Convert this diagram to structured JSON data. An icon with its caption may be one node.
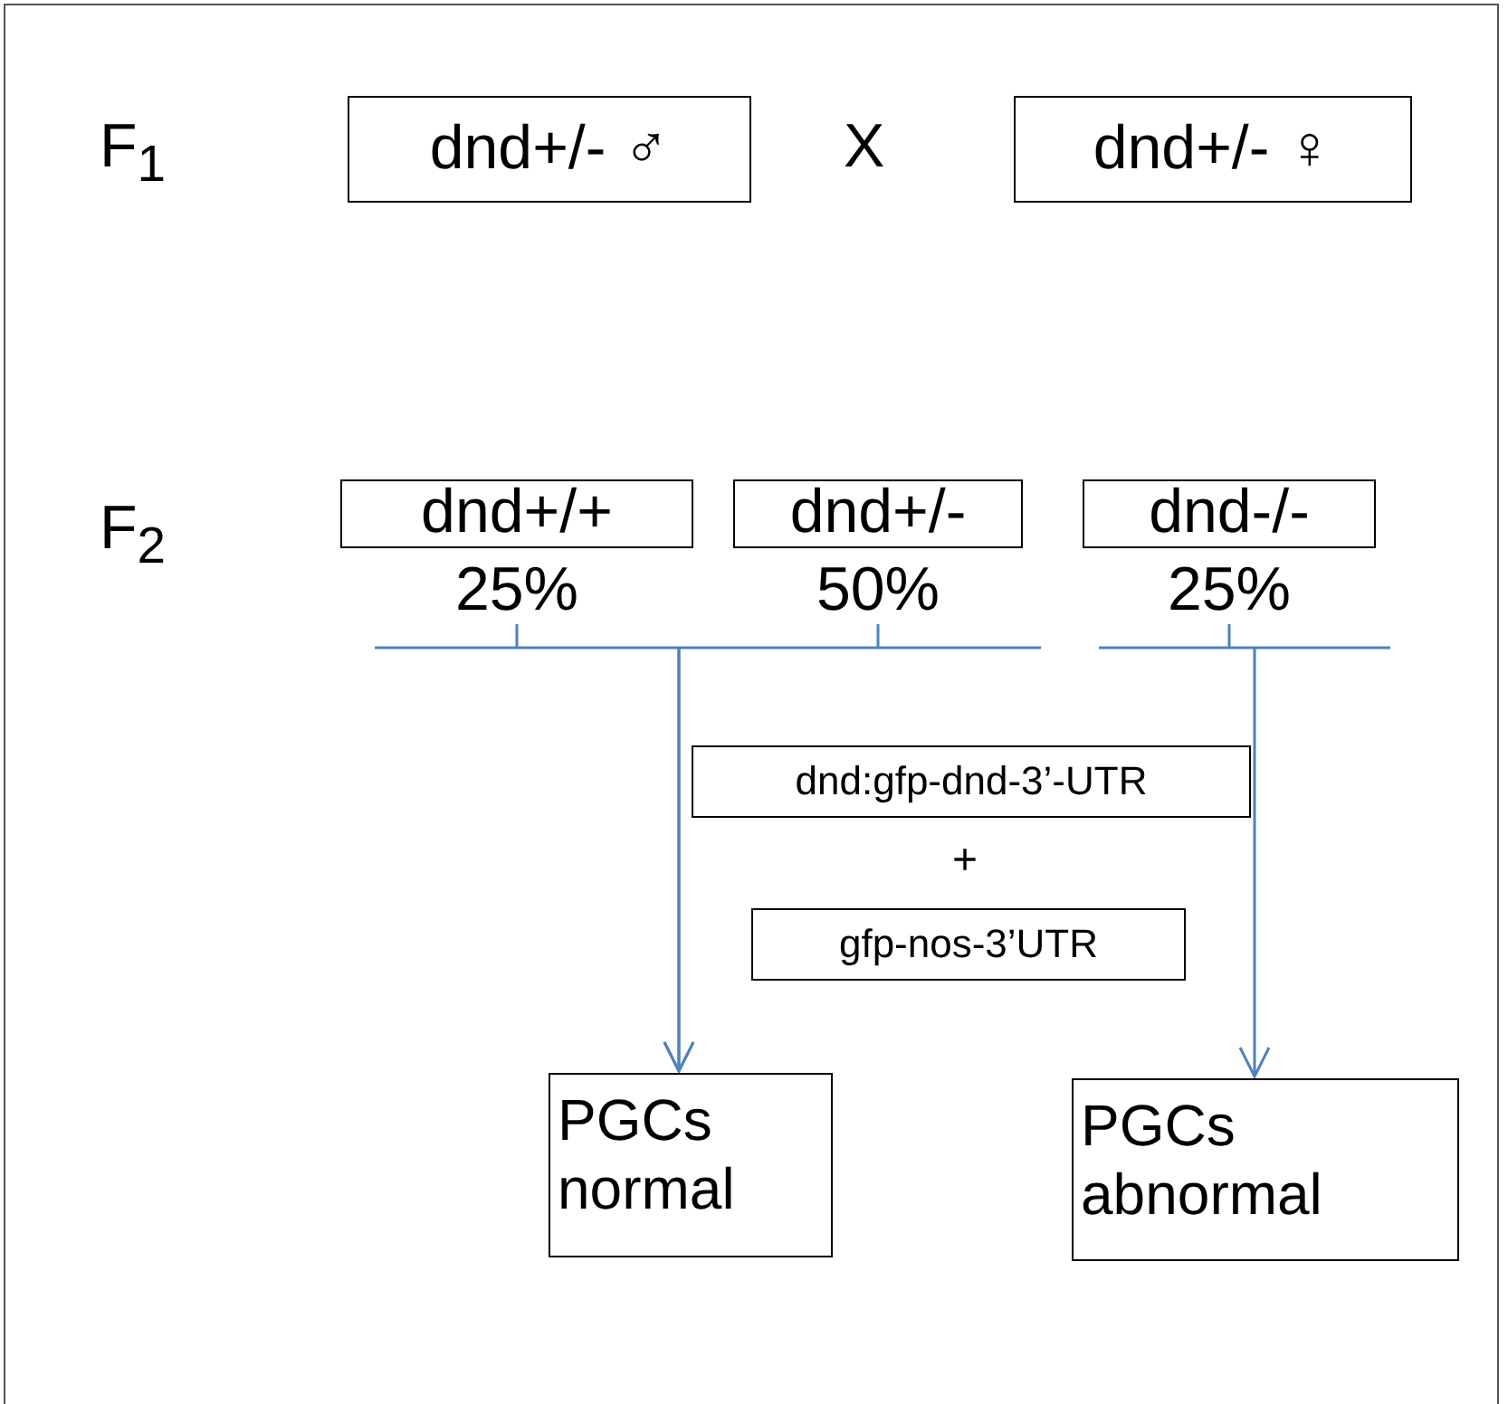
{
  "diagram": {
    "nodes": [
      {
        "text": [
          "dnd+/- ♂"
        ]
      },
      {
        "text": [
          "dnd+/- ♀"
        ]
      },
      {
        "text": [
          "dnd+/+"
        ],
        "beside": [
          "25%"
        ]
      },
      {
        "text": [
          "dnd+/-"
        ],
        "beside": [
          "50%"
        ]
      },
      {
        "text": [
          "dnd-/-"
        ],
        "beside": [
          "25%"
        ]
      },
      {
        "text": [
          "dnd:gfp-dnd-3’-UTR"
        ]
      },
      {
        "text": [
          "gfp-nos-3’UTR"
        ]
      },
      {
        "text": [
          "PGCs normal"
        ]
      },
      {
        "text": [
          "PGCs abnormal"
        ]
      }
    ],
    "edges": [
      {
        "from": 2,
        "to": 7,
        "arrow": "to",
        "color": "#4f81bd"
      },
      {
        "from": 3,
        "to": 7,
        "arrow": "to",
        "color": "#4f81bd"
      },
      {
        "from": 4,
        "to": 8,
        "arrow": "to",
        "color": "#4f81bd"
      }
    ],
    "labels": [
      "F$_{1}$",
      "X",
      "F$_{2}$",
      "+"
    ]
  }
}
